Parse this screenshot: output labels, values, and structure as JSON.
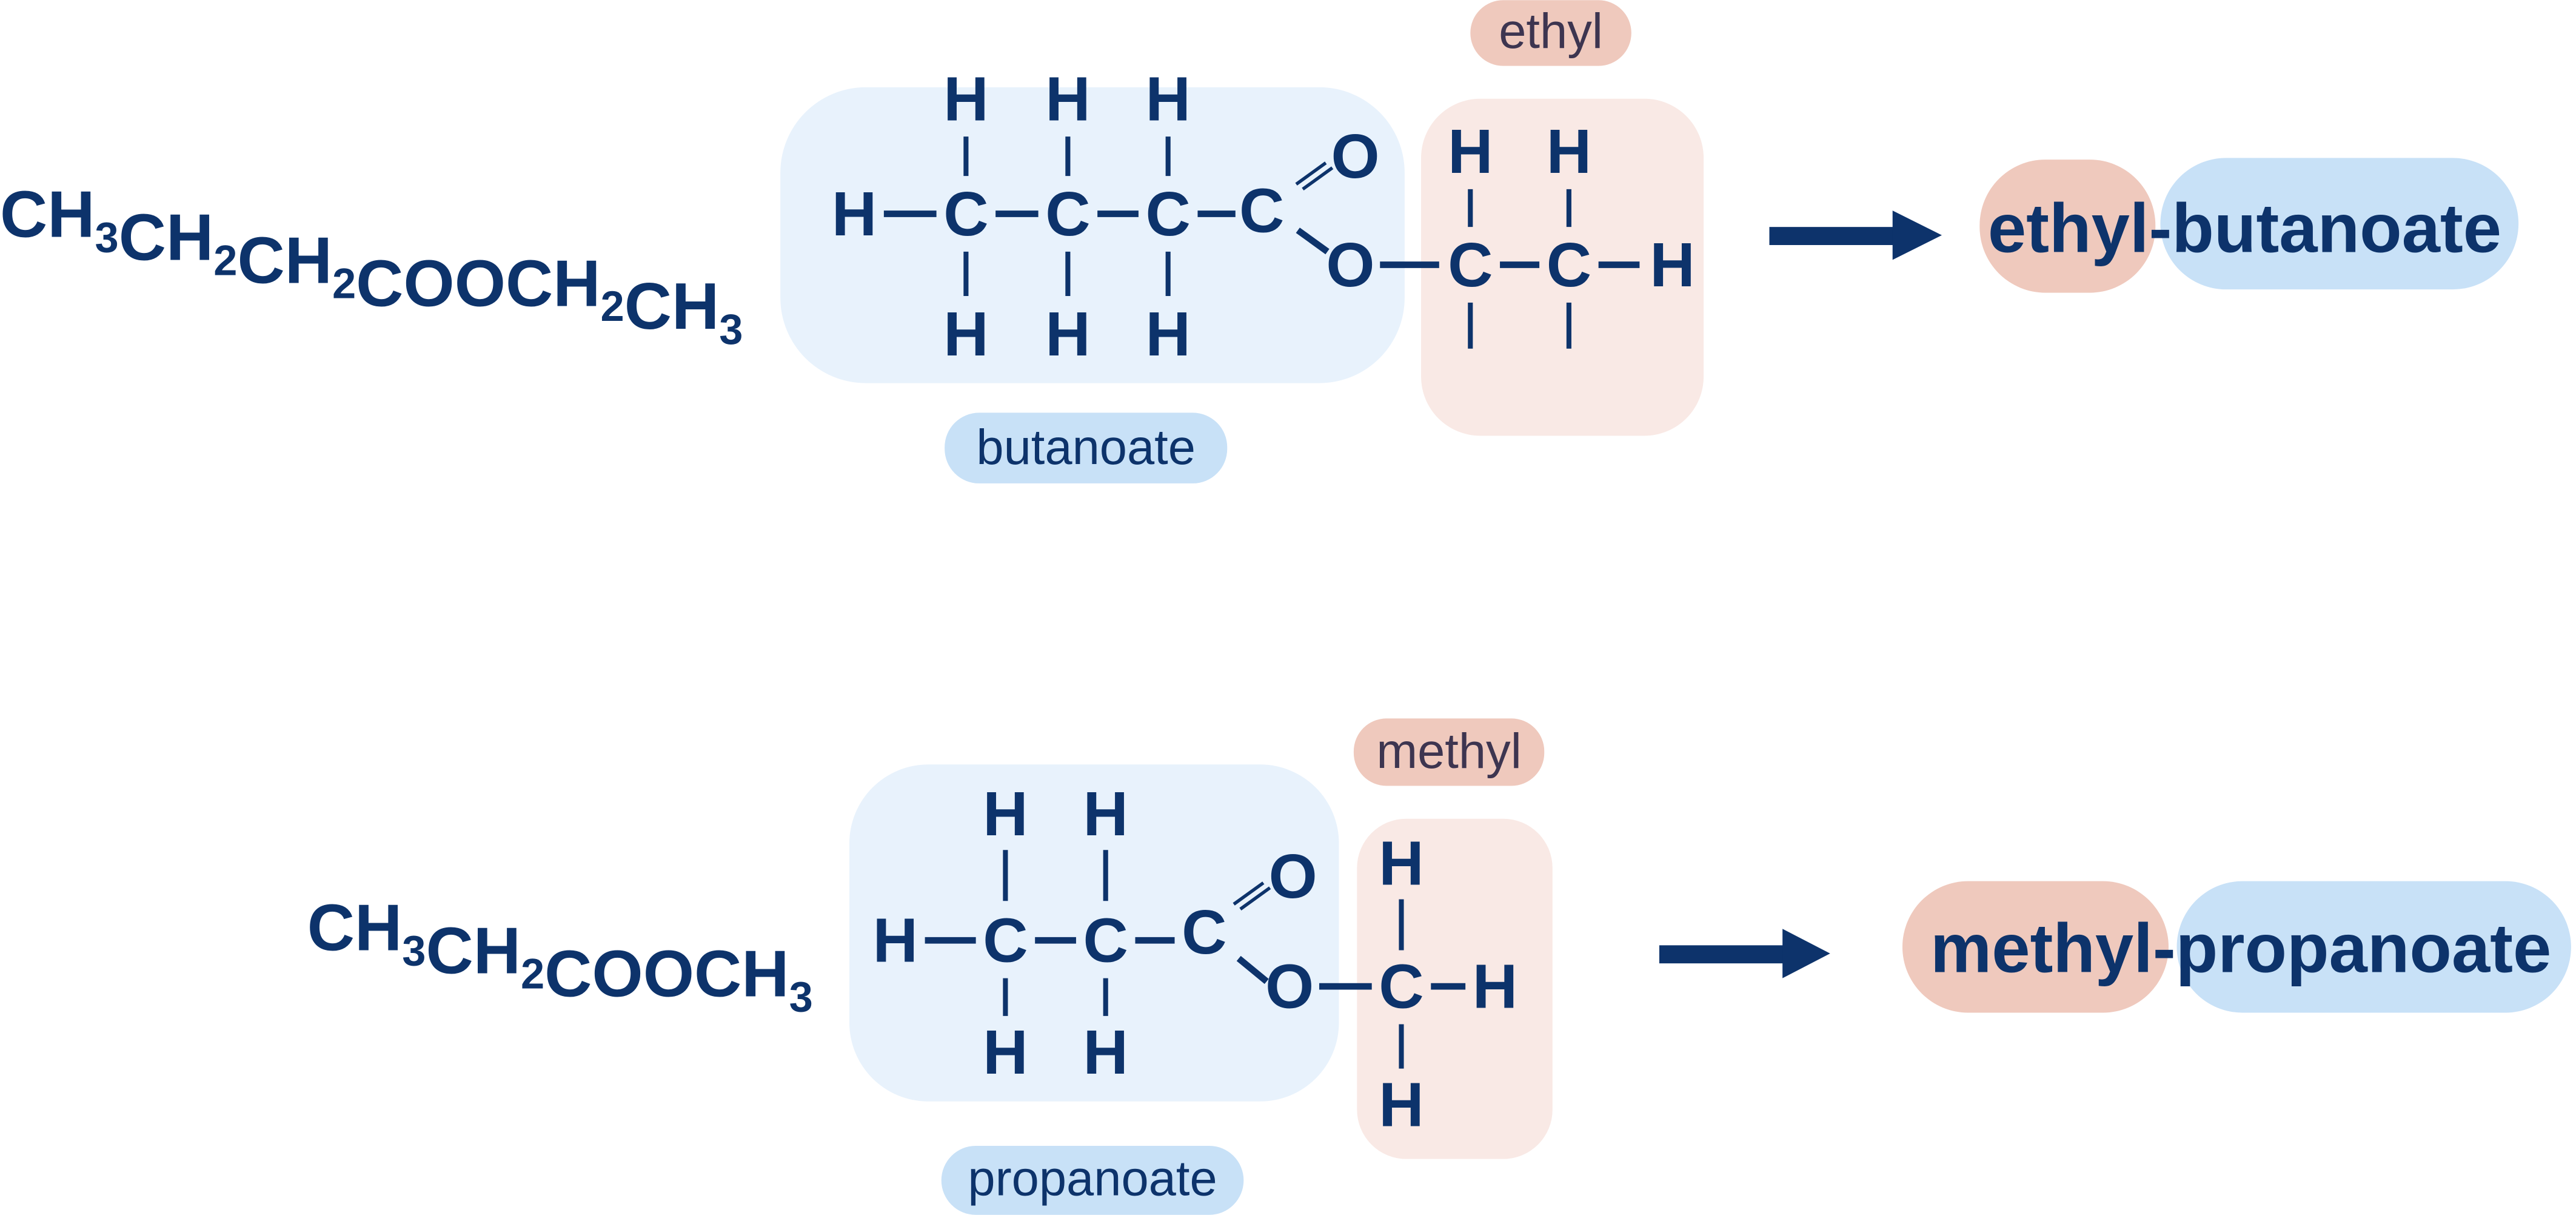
{
  "colors": {
    "ink": "#0d336b",
    "acid_box": "#e8f2fc",
    "alkyl_box": "#f9e9e5",
    "acid_pill": "#c8e1f7",
    "alkyl_pill": "#efc9bd",
    "alkyl_label_text": "#3d3550"
  },
  "molecules": [
    {
      "condensed_parts": [
        [
          "CH",
          "3"
        ],
        [
          "CH",
          "2"
        ],
        [
          "CH",
          "2"
        ],
        [
          "COOCH",
          "2"
        ],
        [
          "CH",
          "3"
        ]
      ],
      "alkyl_label": "ethyl",
      "acid_label": "butanoate",
      "name": "ethyl-butanoate",
      "atoms": [
        "H",
        "H",
        "H",
        "H",
        "C",
        "C",
        "C",
        "C",
        "O",
        "O",
        "H",
        "H",
        "H",
        "C",
        "C",
        "H",
        "H",
        "H"
      ]
    },
    {
      "condensed_parts": [
        [
          "CH",
          "3"
        ],
        [
          "CH",
          "2"
        ],
        [
          "COOCH",
          "3"
        ]
      ],
      "alkyl_label": "methyl",
      "acid_label": "propanoate",
      "name": "methyl-propanoate",
      "atoms": [
        "H",
        "H",
        "H",
        "C",
        "C",
        "C",
        "O",
        "O",
        "H",
        "C",
        "H",
        "H",
        "H",
        "H"
      ]
    }
  ]
}
